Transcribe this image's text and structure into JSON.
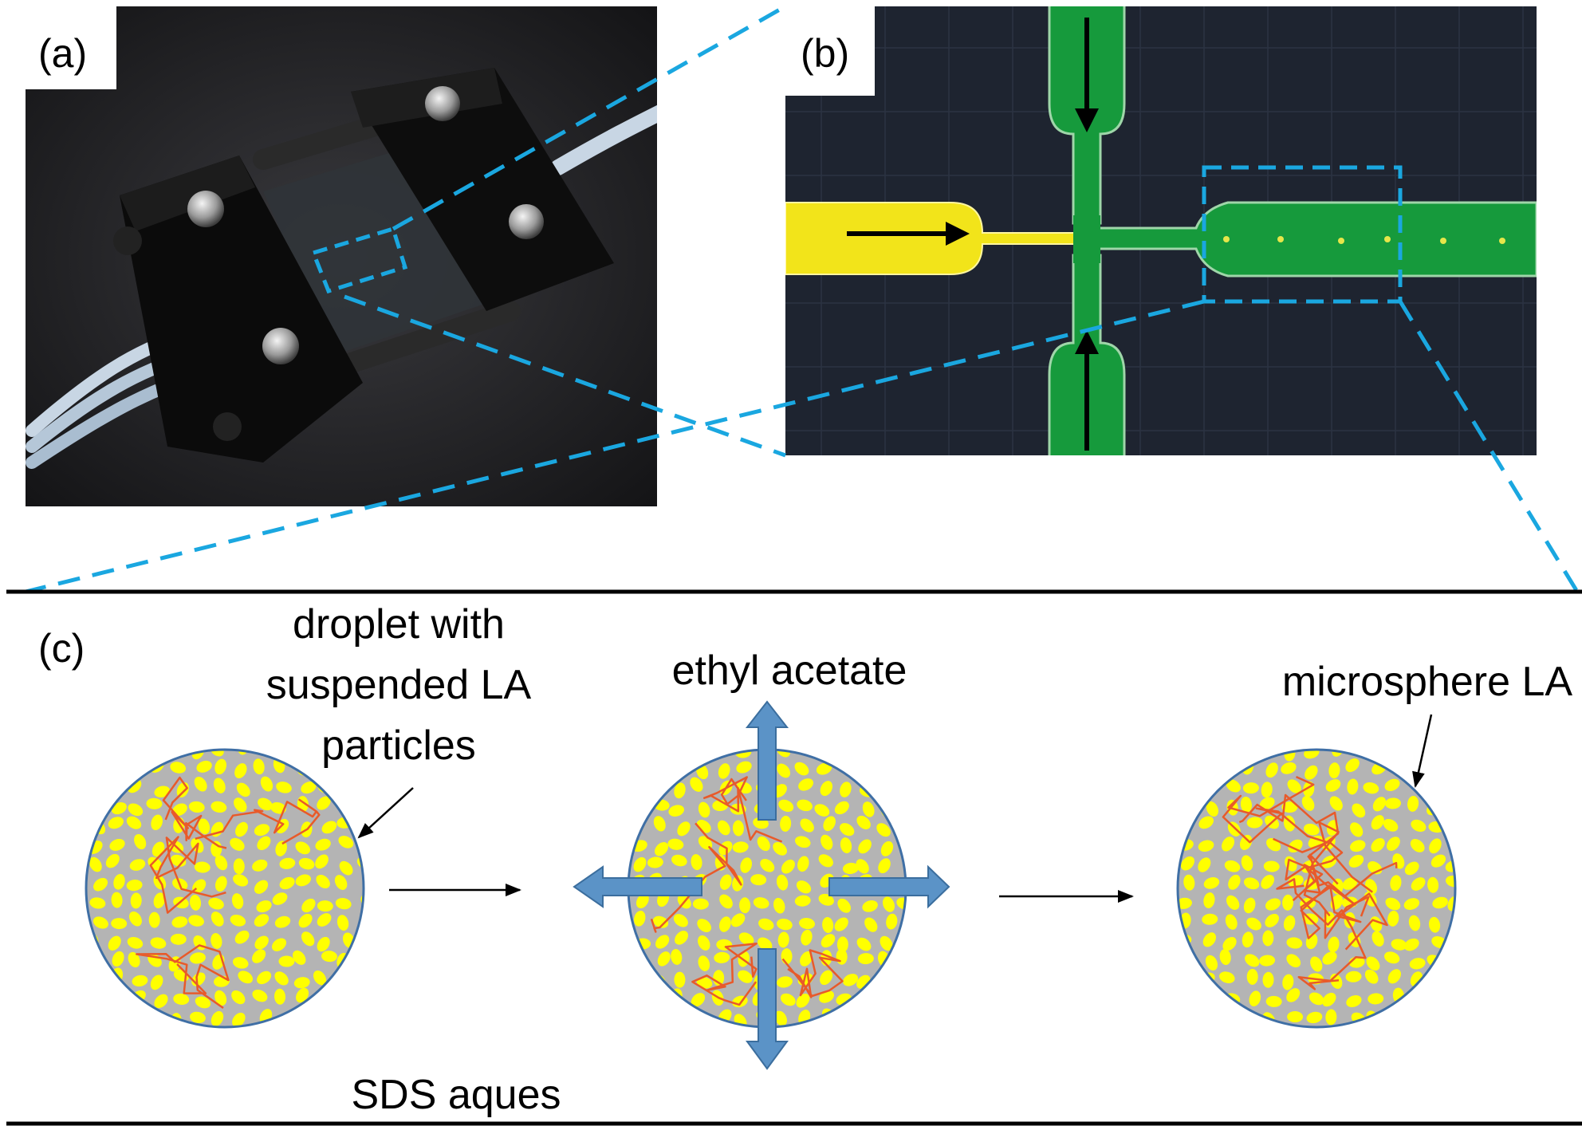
{
  "panels": {
    "a": {
      "label": "(a)"
    },
    "b": {
      "label": "(b)"
    },
    "c": {
      "label": "(c)",
      "droplet_label_lines": [
        "droplet with",
        "suspended LA",
        "particles"
      ],
      "solvent_label": "ethyl acetate",
      "product_label": "microsphere LA",
      "medium_label": "SDS aques"
    }
  },
  "colors": {
    "zoom_dash": "#1aa7e0",
    "channel_green": "#169a3c",
    "oil_yellow": "#f2e41a",
    "chip_background": "#1e2430",
    "particle_yellow": "#ffff00",
    "droplet_grey": "#b4b4b4",
    "droplet_edge": "#3f6fa5",
    "polymer_red": "#e85a2a",
    "arrow_blue": "#5b93c7",
    "holder_black": "#0b0b0b"
  },
  "icons": [
    "flow-arrow",
    "expand-arrow",
    "pointer-arrow",
    "screw-head"
  ]
}
